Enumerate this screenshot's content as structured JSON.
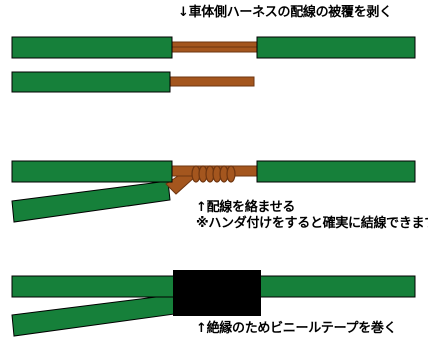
{
  "steps": [
    {
      "caption": "↓車体側ハーネスの配線の被覆を剥く"
    },
    {
      "caption": "↑配線を絡ませる",
      "note": "※ハンダ付けをすると確実に結線できます"
    },
    {
      "caption": "↑絶縁のためビニールテープを巻く"
    }
  ],
  "colors": {
    "insulation": "#16803a",
    "outline": "#000000",
    "copper": "#a4561e",
    "copper_dark": "#6e3510",
    "tape": "#000000",
    "background": "#ffffff"
  }
}
